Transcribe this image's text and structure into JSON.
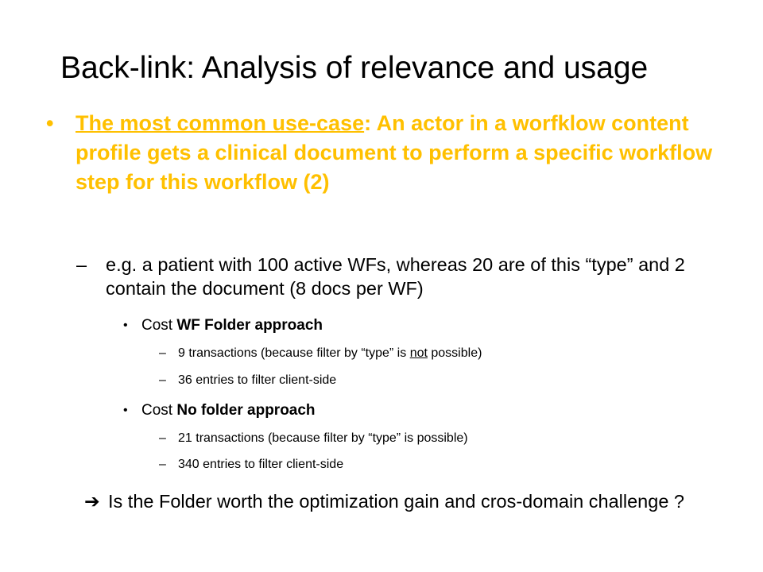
{
  "slide": {
    "title": "Back-link: Analysis of relevance and usage",
    "main_point": {
      "bullet": "•",
      "lead_underlined": "The most common use-case",
      "lead_rest": ": An actor in a worfklow content profile gets a clinical document to perform a specific workflow step for this workflow (2)"
    },
    "example": {
      "dash": "–",
      "text": "e.g. a patient with 100 active WFs, whereas 20 are of this “type” and 2 contain the document (8 docs per WF)"
    },
    "approaches": [
      {
        "bullet": "•",
        "prefix": "Cost ",
        "name": "WF Folder approach",
        "details": [
          {
            "dash": "–",
            "before": "9 transactions (because filter by “type” is ",
            "underlined": "not",
            "after": " possible)"
          },
          {
            "dash": "–",
            "before": "36 entries to filter client-side",
            "underlined": "",
            "after": ""
          }
        ]
      },
      {
        "bullet": "•",
        "prefix": "Cost ",
        "name": "No folder approach",
        "details": [
          {
            "dash": "–",
            "before": "21 transactions (because filter by “type” is possible)",
            "underlined": "",
            "after": ""
          },
          {
            "dash": "–",
            "before": "340 entries to filter client-side",
            "underlined": "",
            "after": ""
          }
        ]
      }
    ],
    "conclusion": {
      "arrow": "➔",
      "text": "Is the Folder worth the optimization gain and cros-domain challenge ?"
    }
  },
  "colors": {
    "accent": "#FFC000",
    "text": "#000000",
    "background": "#FFFFFF"
  }
}
